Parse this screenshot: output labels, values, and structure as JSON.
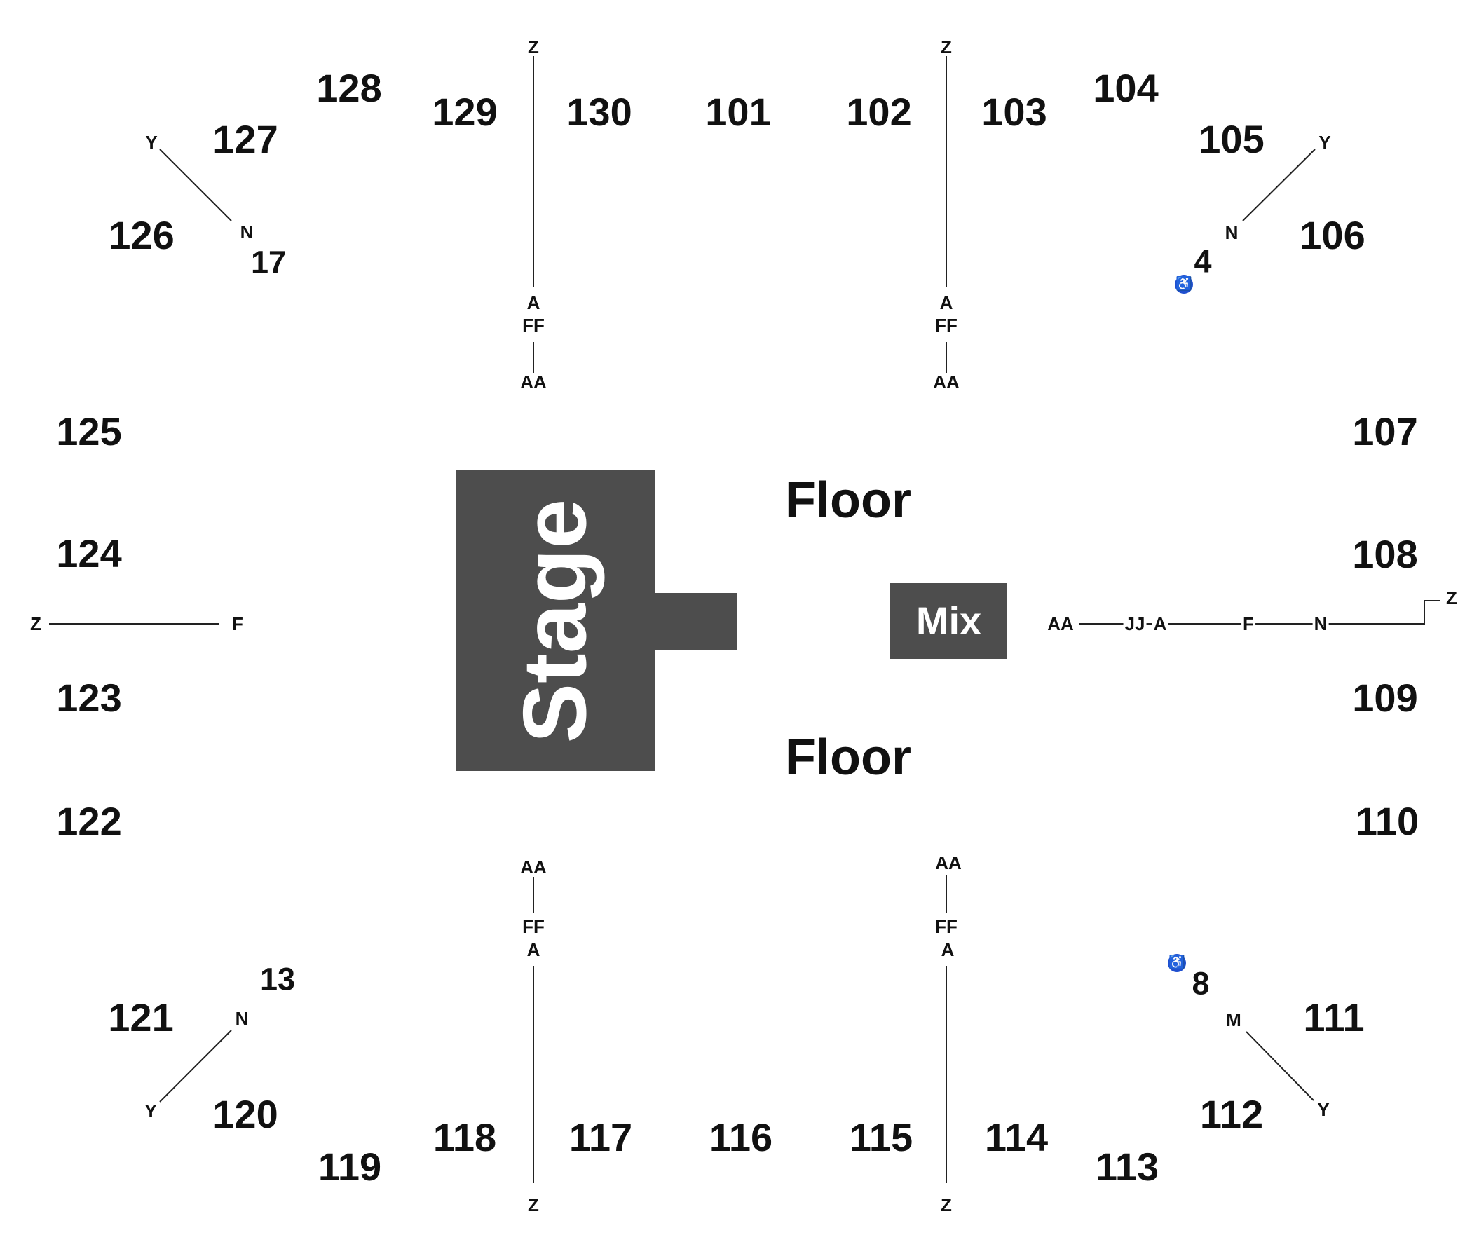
{
  "venue": {
    "stage_label": "Stage",
    "mix_label": "Mix",
    "floor_labels": [
      "Floor",
      "Floor"
    ]
  },
  "sections": {
    "s128": "128",
    "s129": "129",
    "s130": "130",
    "s101": "101",
    "s102": "102",
    "s103": "103",
    "s104": "104",
    "s105": "105",
    "s106": "106",
    "s107": "107",
    "s108": "108",
    "s109": "109",
    "s110": "110",
    "s111": "111",
    "s112": "112",
    "s113": "113",
    "s114": "114",
    "s115": "115",
    "s116": "116",
    "s117": "117",
    "s118": "118",
    "s119": "119",
    "s120": "120",
    "s121": "121",
    "s122": "122",
    "s123": "123",
    "s124": "124",
    "s125": "125",
    "s126": "126",
    "s127": "127"
  },
  "small_sections": {
    "s17": "17",
    "s4": "4",
    "s13": "13",
    "s8": "8"
  },
  "row_labels": {
    "nw_y": "Y",
    "nw_n": "N",
    "n1_z": "Z",
    "n1_a": "A",
    "n1_ff": "FF",
    "n1_aa": "AA",
    "n2_z": "Z",
    "n2_a": "A",
    "n2_ff": "FF",
    "n2_aa": "AA",
    "ne_y": "Y",
    "ne_n": "N",
    "w_z": "Z",
    "w_f": "F",
    "e_aa": "AA",
    "e_jj": "JJ",
    "e_a": "A",
    "e_f": "F",
    "e_n": "N",
    "e_z": "Z",
    "s1_aa": "AA",
    "s1_ff": "FF",
    "s1_a": "A",
    "s1_z": "Z",
    "s2_aa": "AA",
    "s2_ff": "FF",
    "s2_a": "A",
    "s2_z": "Z",
    "sw_n": "N",
    "sw_y": "Y",
    "se_m": "M",
    "se_y": "Y"
  },
  "icons": {
    "accessible": "wheelchair-icon",
    "accessible_glyph": "♿"
  },
  "colors": {
    "stage": "#4d4d4d",
    "accessible": "#1f4fcf",
    "text": "#111111"
  }
}
